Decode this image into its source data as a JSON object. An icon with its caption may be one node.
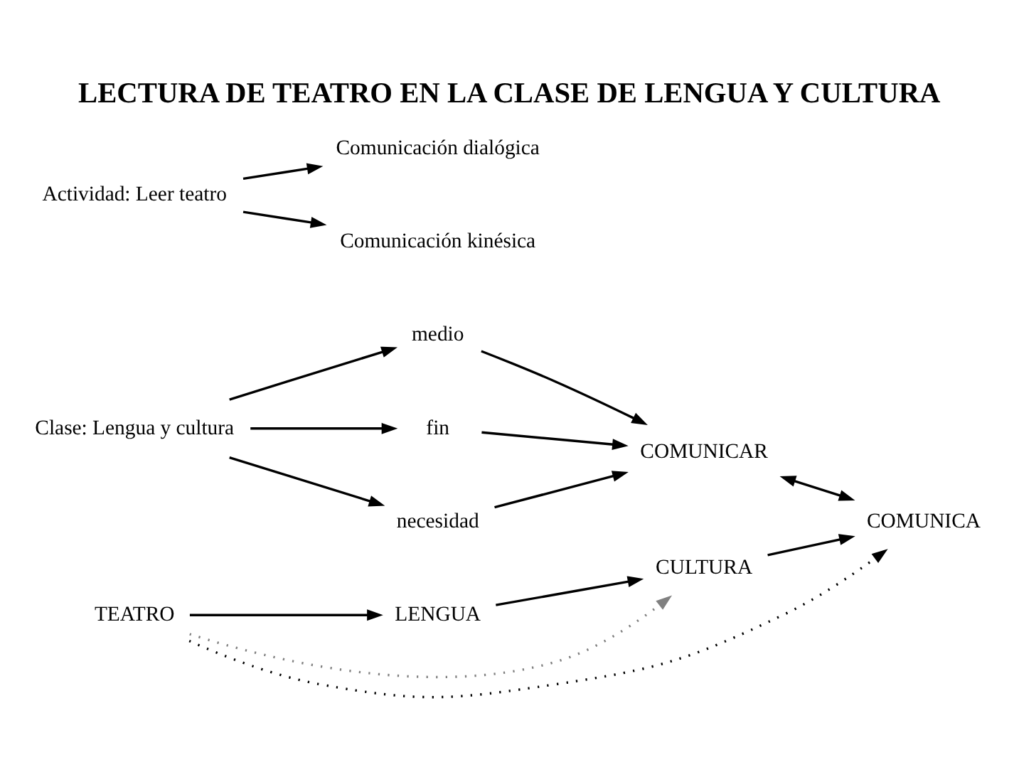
{
  "diagram": {
    "title": "LECTURA DE TEATRO EN LA CLASE DE LENGUA Y CULTURA",
    "nodes": [
      {
        "text": [
          "Clase: Lengua y cultura"
        ]
      },
      {
        "text": [
          "medio"
        ]
      },
      {
        "text": [
          "fin"
        ]
      },
      {
        "text": [
          "necesidad"
        ]
      },
      {
        "text": [
          "COMUNICAR"
        ]
      },
      {
        "text": [
          "Actividad: Leer teatro"
        ]
      },
      {
        "text": [
          "Comunicación dialógica"
        ]
      },
      {
        "text": [
          "Comunicación kinésica"
        ]
      },
      {
        "text": [
          "TEATRO"
        ]
      },
      {
        "text": [
          "LENGUA"
        ]
      },
      {
        "text": [
          "CULTURA"
        ]
      },
      {
        "text": [
          "COMUNICA"
        ]
      }
    ],
    "edges": [
      {
        "from": 0,
        "to": 1,
        "arrow": "to"
      },
      {
        "from": 0,
        "to": 2,
        "arrow": "to"
      },
      {
        "from": 0,
        "to": 3,
        "arrow": "to"
      },
      {
        "from": 1,
        "to": 4,
        "arrow": "to"
      },
      {
        "from": 2,
        "to": 4,
        "arrow": "to"
      },
      {
        "from": 3,
        "to": 4,
        "arrow": "to"
      },
      {
        "from": 4,
        "to": 11,
        "arrow": "both"
      },
      {
        "from": 5,
        "to": 6,
        "arrow": "to"
      },
      {
        "from": 5,
        "to": 7,
        "arrow": "to"
      },
      {
        "from": 8,
        "to": 9,
        "arrow": "to"
      },
      {
        "from": 9,
        "to": 10,
        "arrow": "to"
      },
      {
        "from": 10,
        "to": 11,
        "arrow": "to"
      },
      {
        "from": 8,
        "to": 11,
        "arrow": "to",
        "style": "dashed"
      },
      {
        "from": 8,
        "to": 10,
        "arrow": "to",
        "style": "dashed",
        "color": "#808080"
      }
    ]
  }
}
